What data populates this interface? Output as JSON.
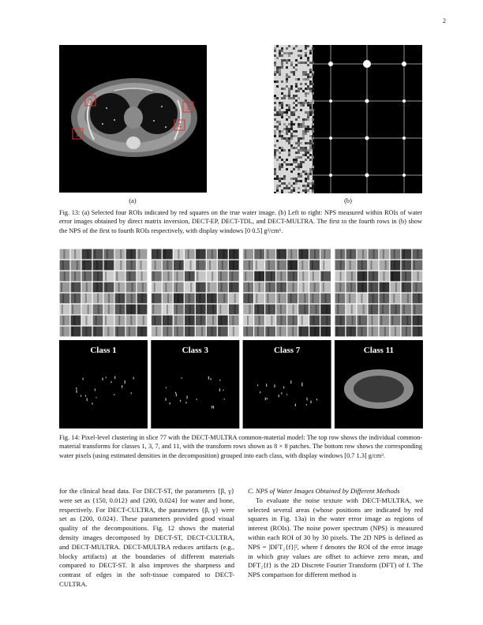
{
  "page_number": "2",
  "fig13": {
    "label_a": "(a)",
    "label_b": "(b)",
    "roi_labels": [
      "1",
      "2",
      "3",
      "4"
    ],
    "caption": "Fig. 13: (a) Selected four ROIs indicated by red squares on the true water image. (b) Left to right: NPS measured within ROIs of water error images obtained by direct matrix inversion, DECT-EP, DECT-TDL, and DECT-MULTRA. The first to the fourth rows in (b) show the NPS of the first to fourth ROIs respectively, with display windows [0 0.5] g²/cm⁶."
  },
  "fig14": {
    "class_labels": [
      "Class 1",
      "Class 3",
      "Class 7",
      "Class 11"
    ],
    "caption": "Fig. 14: Pixel-level clustering in slice 77 with the DECT-MULTRA common-material model: The top row shows the individual common-material transforms for classes 1, 3, 7, and 11, with the transform rows shown as 8 × 8 patches. The bottom row shows the corresponding water pixels (using estimated densities in the decomposition) grouped into each class, with display windows [0.7 1.3] g/cm³."
  },
  "left_column": {
    "paragraph": "for the clinical head data. For DECT-ST, the parameters {β, γ} were set as {150, 0.012} and {200, 0.024} for water and bone, respectively. For DECT-CULTRA, the parameters {β, γ} were set as {200, 0.024}. These parameters provided good visual quality of the decompositions. Fig. 12 shows the material density images decomposed by DECT-ST, DECT-CULTRA, and DECT-MULTRA. DECT-MULTRA reduces artifacts (e.g., blocky artifacts) at the boundaries of different materials compared to DECT-ST. It also improves the sharpness and contrast of edges in the soft-tissue compared to DECT-CULTRA."
  },
  "right_column": {
    "heading": "C. NPS of Water Images Obtained by Different Methods",
    "paragraph": "To evaluate the noise texture with DECT-MULTRA, we selected several areas (whose positions are indicated by red squares in Fig. 13a) in the water error image as regions of interest (ROIs). The noise power spectrum (NPS) is measured within each ROI of 30 by 30 pixels. The 2D NPS is defined as NPS = |DFT₂{f}|², where f denotes the ROI of the error image in which gray values are offset to achieve zero mean, and DFT₂{f} is the 2D Discrete Fourier Transform (DFT) of f. The NPS comparison for different method is"
  },
  "colors": {
    "roi_red": "#e0332f",
    "image_black": "#000000"
  }
}
